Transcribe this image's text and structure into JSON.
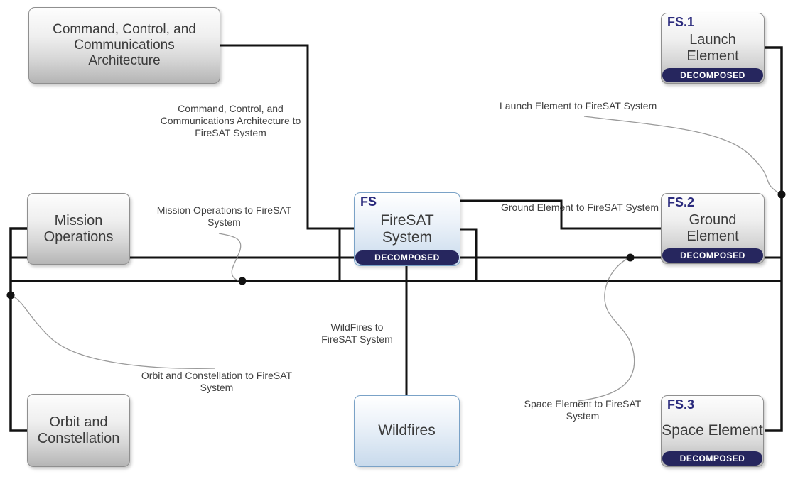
{
  "diagram": {
    "badge_text": "DECOMPOSED",
    "nodes": [
      {
        "id": "",
        "label": "Command, Control, and Communications Architecture",
        "style": "gray",
        "decomposed": false
      },
      {
        "id": "FS.1",
        "label": "Launch Element",
        "style": "gray",
        "decomposed": true,
        "badge": "DECOMPOSED"
      },
      {
        "id": "",
        "label": "Mission Operations",
        "style": "gray",
        "decomposed": false
      },
      {
        "id": "FS",
        "label": "FireSAT System",
        "style": "blue",
        "decomposed": true,
        "badge": "DECOMPOSED"
      },
      {
        "id": "FS.2",
        "label": "Ground Element",
        "style": "gray",
        "decomposed": true,
        "badge": "DECOMPOSED"
      },
      {
        "id": "",
        "label": "Orbit and Constellation",
        "style": "gray",
        "decomposed": false
      },
      {
        "id": "",
        "label": "Wildfires",
        "style": "blue",
        "decomposed": false
      },
      {
        "id": "FS.3",
        "label": "Space Element",
        "style": "gray",
        "decomposed": true,
        "badge": "DECOMPOSED"
      }
    ],
    "connections": [
      {
        "label": "Command, Control, and Communications Architecture to FireSAT System"
      },
      {
        "label": "Launch Element to FireSAT System"
      },
      {
        "label": "Mission Operations to FireSAT System"
      },
      {
        "label": "Ground Element to FireSAT System"
      },
      {
        "label": "WildFires to FireSAT System"
      },
      {
        "label": "Orbit and Constellation to FireSAT System"
      },
      {
        "label": "Space Element to FireSAT System"
      }
    ],
    "colors": {
      "connector_line": "#121212",
      "leader_line": "#9a9a9a",
      "badge_background": "#26265e",
      "id_text": "#2b2b7d",
      "node_text": "#3b3b3b",
      "blue_node_border": "#7aa2c7",
      "gray_node_border": "#8f8f8f"
    }
  }
}
